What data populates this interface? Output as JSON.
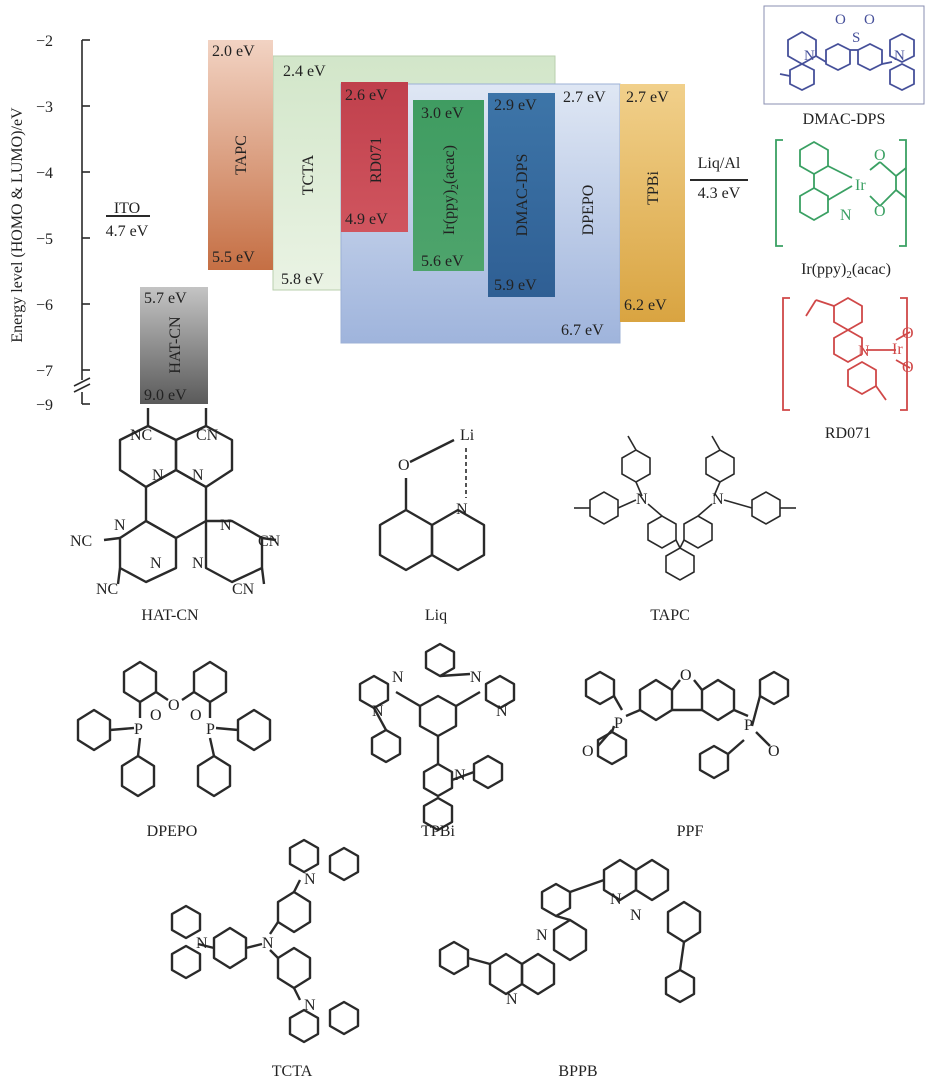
{
  "y_axis": {
    "label": "Energy level (HOMO & LUMO)/eV",
    "ticks": [
      "−2",
      "−3",
      "−4",
      "−5",
      "−6",
      "−7",
      "−9"
    ]
  },
  "ito": {
    "name": "ITO",
    "value": "4.7 eV"
  },
  "cathode": {
    "name": "Liq/Al",
    "value": "4.3 eV"
  },
  "layers": [
    {
      "name": "HAT-CN",
      "lumo": -5.7,
      "homo": -9.0,
      "lumo_label": "5.7 eV",
      "homo_label": "9.0 eV",
      "color": "#8a8a8a"
    },
    {
      "name": "TAPC",
      "lumo": -2.0,
      "homo": -5.5,
      "lumo_label": "2.0 eV",
      "homo_label": "5.5 eV",
      "color": "#c9764f"
    },
    {
      "name": "TCTA",
      "lumo": -2.4,
      "homo": -5.8,
      "lumo_label": "2.4 eV",
      "homo_label": "5.8 eV",
      "color": "#cfe3c4"
    },
    {
      "name": "RD071",
      "lumo": -2.6,
      "homo": -4.9,
      "lumo_label": "2.6 eV",
      "homo_label": "4.9 eV",
      "color": "#c43f4c"
    },
    {
      "name": "Ir(ppy)2(acac)",
      "lumo": -3.0,
      "homo": -5.6,
      "lumo_label": "3.0 eV",
      "homo_label": "5.6 eV",
      "color": "#3e9a5e"
    },
    {
      "name": "DMAC-DPS",
      "lumo": -2.9,
      "homo": -5.9,
      "lumo_label": "2.9 eV",
      "homo_label": "5.9 eV",
      "color": "#3b73a6"
    },
    {
      "name": "DPEPO",
      "lumo": -2.7,
      "homo": -6.7,
      "lumo_label": "2.7 eV",
      "homo_label": "6.7 eV",
      "color": "#b7c7e6"
    },
    {
      "name": "TPBi",
      "lumo": -2.7,
      "homo": -6.2,
      "lumo_label": "2.7 eV",
      "homo_label": "6.2 eV",
      "color": "#e1b45a"
    }
  ],
  "dopant_labels": [
    "DMAC-DPS",
    "Ir(ppy)₂(acac)",
    "RD071"
  ],
  "molecule_labels": [
    "HAT-CN",
    "Liq",
    "TAPC",
    "DPEPO",
    "TPBi",
    "PPF",
    "TCTA",
    "BPPB"
  ],
  "atom_labels": {
    "nc": "NC",
    "cn": "CN",
    "n": "N",
    "o": "O",
    "li": "Li",
    "p": "P",
    "s": "S",
    "ir": "Ir"
  }
}
